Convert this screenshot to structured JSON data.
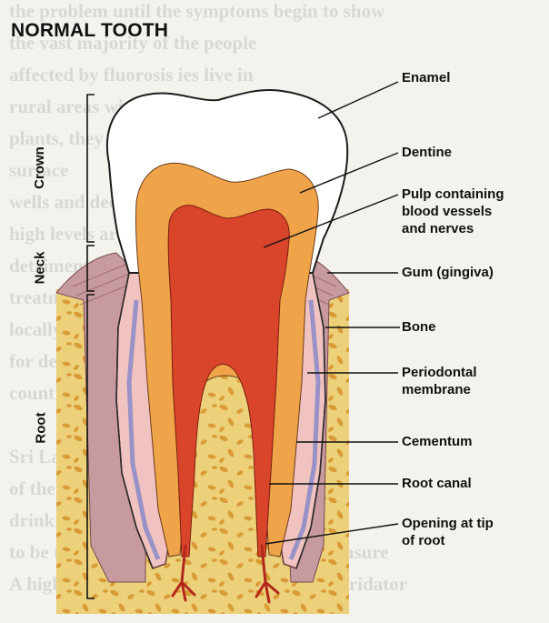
{
  "title": "NORMAL TOOTH",
  "labels": {
    "enamel": "Enamel",
    "dentine": "Dentine",
    "pulp_line1": "Pulp containing",
    "pulp_line2": "blood vessels",
    "pulp_line3": "and nerves",
    "gum": "Gum (gingiva)",
    "bone": "Bone",
    "periodontal_line1": "Periodontal",
    "periodontal_line2": "membrane",
    "cementum": "Cementum",
    "root_canal": "Root canal",
    "opening_line1": "Opening at tip",
    "opening_line2": "of root"
  },
  "regions": {
    "crown": "Crown",
    "neck": "Neck",
    "root": "Root"
  },
  "background_text": [
    "the problem until the symptoms begin to show",
    "      the vast majority of the people",
    "affected by fluorosis              ies live in",
    "rural areas with           treatment",
    "plants, they obtain             supplies",
    "                      surface",
    "wells and deep             contain",
    "high levels                       are",
    "detrimental to health           water",
    "treatment            using",
    "locally available                  need",
    "for                    developing",
    "countries",
    "",
    "                          Sri Lanka",
    "                         of the",
    "drinking water at                appears",
    "to be the most appropriate preventive measure",
    "A highly efficient simple household defluoridator"
  ],
  "colors": {
    "enamel": "#ffffff",
    "dentine": "#f0a449",
    "pulp": "#d9452b",
    "gum": "#c79aa0",
    "bone": "#ecd07a",
    "bone_spots": "#d99b36",
    "periodontal": "#8a8ac8",
    "cementum": "#f1c3c0",
    "nerve": "#b3281b"
  }
}
